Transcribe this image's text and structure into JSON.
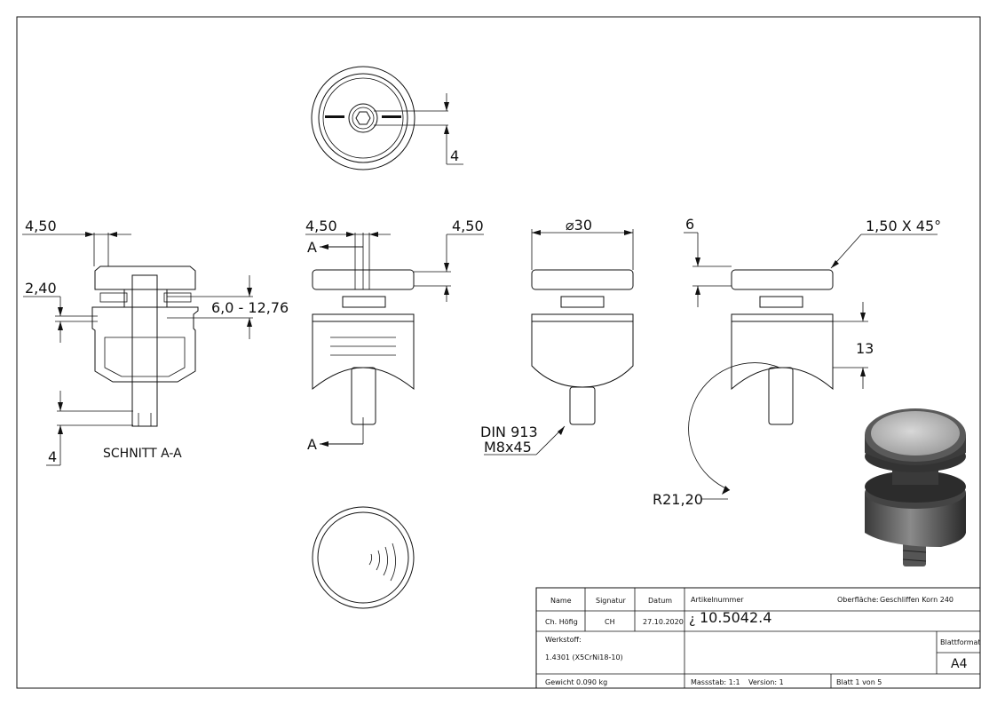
{
  "dimensions": {
    "top_view_dim": "4",
    "section_top_width": "4,50",
    "section_groove": "2,40",
    "section_range": "6,0 - 12,76",
    "section_bottom": "4",
    "section_title": "SCHNITT A-A",
    "front_left_width": "4,50",
    "front_right_height": "4,50",
    "section_marker_top": "A",
    "section_marker_bottom": "A",
    "side_diameter": "⌀30",
    "din_line1": "DIN 913",
    "din_line2": "M8x45",
    "right_height": "6",
    "chamfer": "1,50 X 45°",
    "right_body_height": "13",
    "radius": "R21,20"
  },
  "title_block": {
    "name_header": "Name",
    "signature_header": "Signatur",
    "date_header": "Datum",
    "name_value": "Ch. Höfig",
    "signature_value": "CH",
    "date_value": "27.10.2020",
    "article_label": "Artikelnummer",
    "article_prefix": "¿",
    "article_number": "10.5042.4",
    "surface_label": "Oberfläche:",
    "surface_value": "Geschliffen Korn 240",
    "material_label": "Werkstoff:",
    "material_value": "1.4301 (X5CrNi18-10)",
    "sheet_format_label": "Blattformat",
    "sheet_format_value": "A4",
    "weight": "Gewicht 0.090 kg",
    "scale": "Massstab: 1:1",
    "version": "Version: 1",
    "sheet": "Blatt 1 von 5"
  }
}
